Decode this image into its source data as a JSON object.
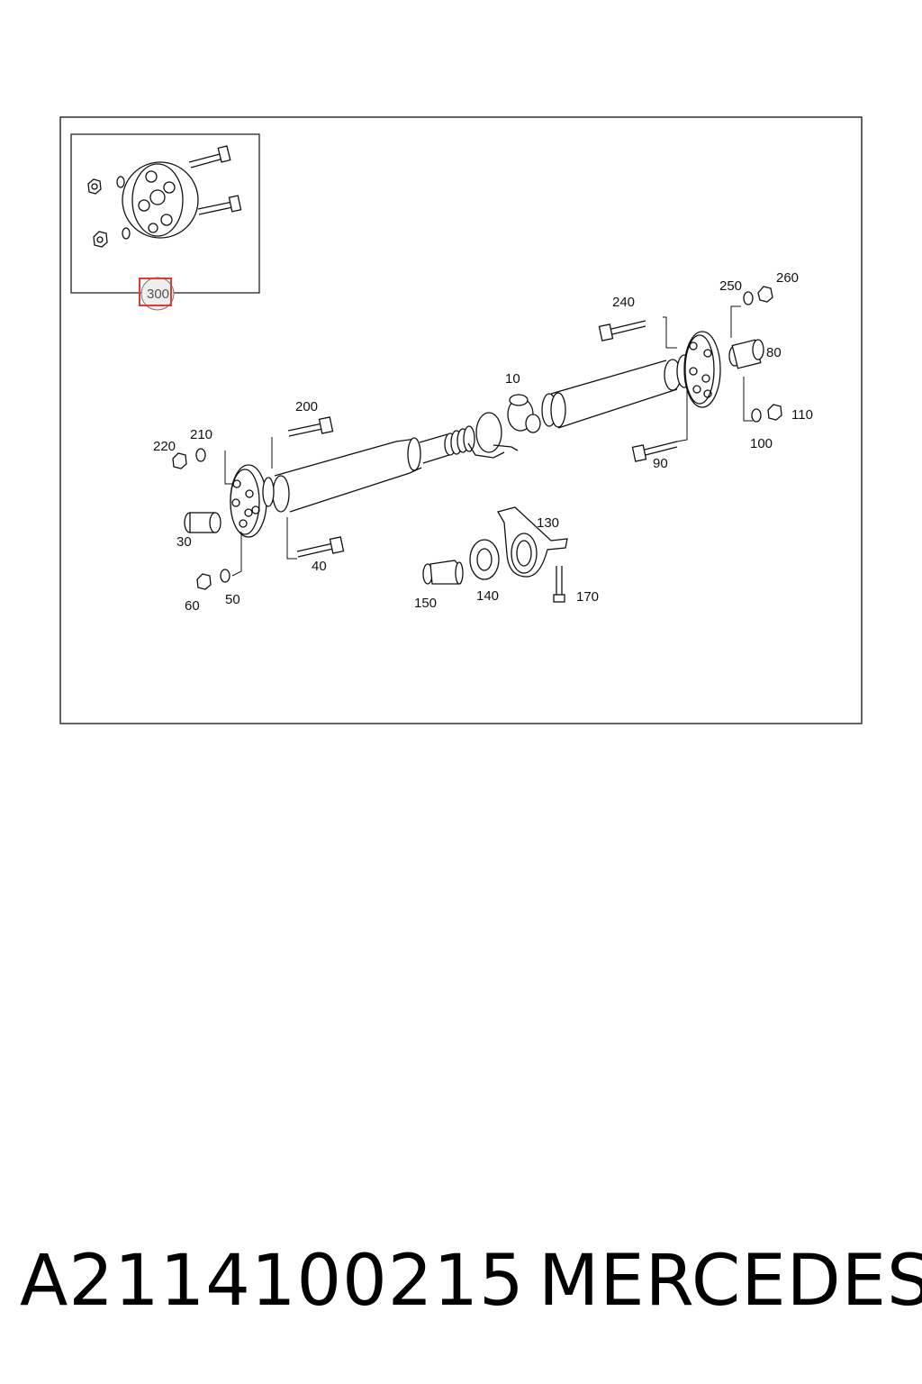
{
  "diagram": {
    "callouts": {
      "c10": "10",
      "c30": "30",
      "c40": "40",
      "c50": "50",
      "c60": "60",
      "c80": "80",
      "c90": "90",
      "c100": "100",
      "c110": "110",
      "c130": "130",
      "c140": "140",
      "c150": "150",
      "c170": "170",
      "c200": "200",
      "c210": "210",
      "c220": "220",
      "c240": "240",
      "c250": "250",
      "c260": "260",
      "c300": "300"
    },
    "highlight_color": "#e53935"
  },
  "caption": {
    "part_number": "A2114100215",
    "brand": "MERCEDES"
  }
}
